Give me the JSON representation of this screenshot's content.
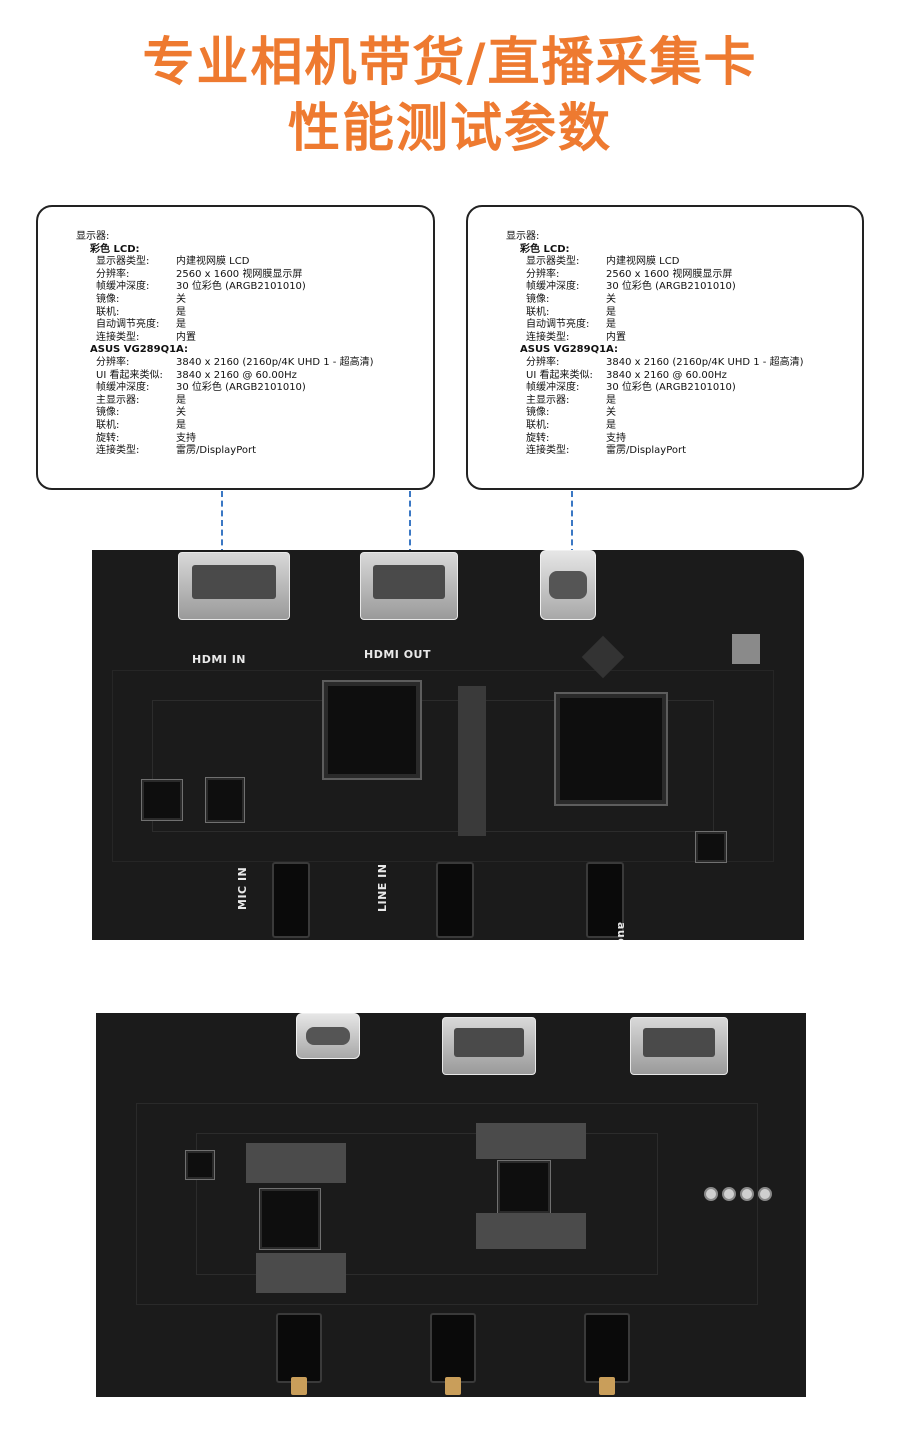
{
  "page": {
    "title_line1": "专业相机带货/直播采集卡",
    "title_line2": "性能测试参数",
    "accent_color": "#ee7a30",
    "connector_color": "#3b78c4"
  },
  "spec_cards": [
    {
      "rows": [
        {
          "level": 0,
          "key": "显示器:",
          "value": ""
        },
        {
          "level": 1,
          "key": "彩色 LCD:",
          "value": ""
        },
        {
          "level": 2,
          "key": "显示器类型:",
          "value": "内建视网膜 LCD"
        },
        {
          "level": 2,
          "key": "分辨率:",
          "value": "2560 x 1600 视网膜显示屏"
        },
        {
          "level": 2,
          "key": "帧缓冲深度:",
          "value": "30 位彩色 (ARGB2101010)"
        },
        {
          "level": 2,
          "key": "镜像:",
          "value": "关"
        },
        {
          "level": 2,
          "key": "联机:",
          "value": "是"
        },
        {
          "level": 2,
          "key": "自动调节亮度:",
          "value": "是"
        },
        {
          "level": 2,
          "key": "连接类型:",
          "value": "内置"
        },
        {
          "level": 1,
          "key": "ASUS VG289Q1A:",
          "value": ""
        },
        {
          "level": 2,
          "key": "分辨率:",
          "value": "3840 x 2160 (2160p/4K UHD 1 - 超高清)"
        },
        {
          "level": 2,
          "key": "UI 看起来类似:",
          "value": "3840 x 2160 @ 60.00Hz"
        },
        {
          "level": 2,
          "key": "帧缓冲深度:",
          "value": "30 位彩色 (ARGB2101010)"
        },
        {
          "level": 2,
          "key": "主显示器:",
          "value": "是"
        },
        {
          "level": 2,
          "key": "镜像:",
          "value": "关"
        },
        {
          "level": 2,
          "key": "联机:",
          "value": "是"
        },
        {
          "level": 2,
          "key": "旋转:",
          "value": "支持"
        },
        {
          "level": 2,
          "key": "连接类型:",
          "value": "雷雳/DisplayPort"
        }
      ]
    },
    {
      "rows": [
        {
          "level": 0,
          "key": "显示器:",
          "value": ""
        },
        {
          "level": 1,
          "key": "彩色 LCD:",
          "value": ""
        },
        {
          "level": 2,
          "key": "显示器类型:",
          "value": "内建视网膜 LCD"
        },
        {
          "level": 2,
          "key": "分辨率:",
          "value": "2560 x 1600 视网膜显示屏"
        },
        {
          "level": 2,
          "key": "帧缓冲深度:",
          "value": "30 位彩色 (ARGB2101010)"
        },
        {
          "level": 2,
          "key": "镜像:",
          "value": "关"
        },
        {
          "level": 2,
          "key": "联机:",
          "value": "是"
        },
        {
          "level": 2,
          "key": "自动调节亮度:",
          "value": "是"
        },
        {
          "level": 2,
          "key": "连接类型:",
          "value": "内置"
        },
        {
          "level": 1,
          "key": "ASUS VG289Q1A:",
          "value": ""
        },
        {
          "level": 2,
          "key": "分辨率:",
          "value": "3840 x 2160 (2160p/4K UHD 1 - 超高清)"
        },
        {
          "level": 2,
          "key": "UI 看起来类似:",
          "value": "3840 x 2160 @ 60.00Hz"
        },
        {
          "level": 2,
          "key": "帧缓冲深度:",
          "value": "30 位彩色 (ARGB2101010)"
        },
        {
          "level": 2,
          "key": "主显示器:",
          "value": "是"
        },
        {
          "level": 2,
          "key": "镜像:",
          "value": "关"
        },
        {
          "level": 2,
          "key": "联机:",
          "value": "是"
        },
        {
          "level": 2,
          "key": "旋转:",
          "value": "支持"
        },
        {
          "level": 2,
          "key": "连接类型:",
          "value": "雷雳/DisplayPort"
        }
      ]
    }
  ],
  "board_labels": {
    "hdmi_in": "HDMI IN",
    "hdmi_out": "HDMI OUT",
    "mic_in": "MIC IN",
    "line_in": "LINE IN",
    "audio_out": "audio out"
  }
}
